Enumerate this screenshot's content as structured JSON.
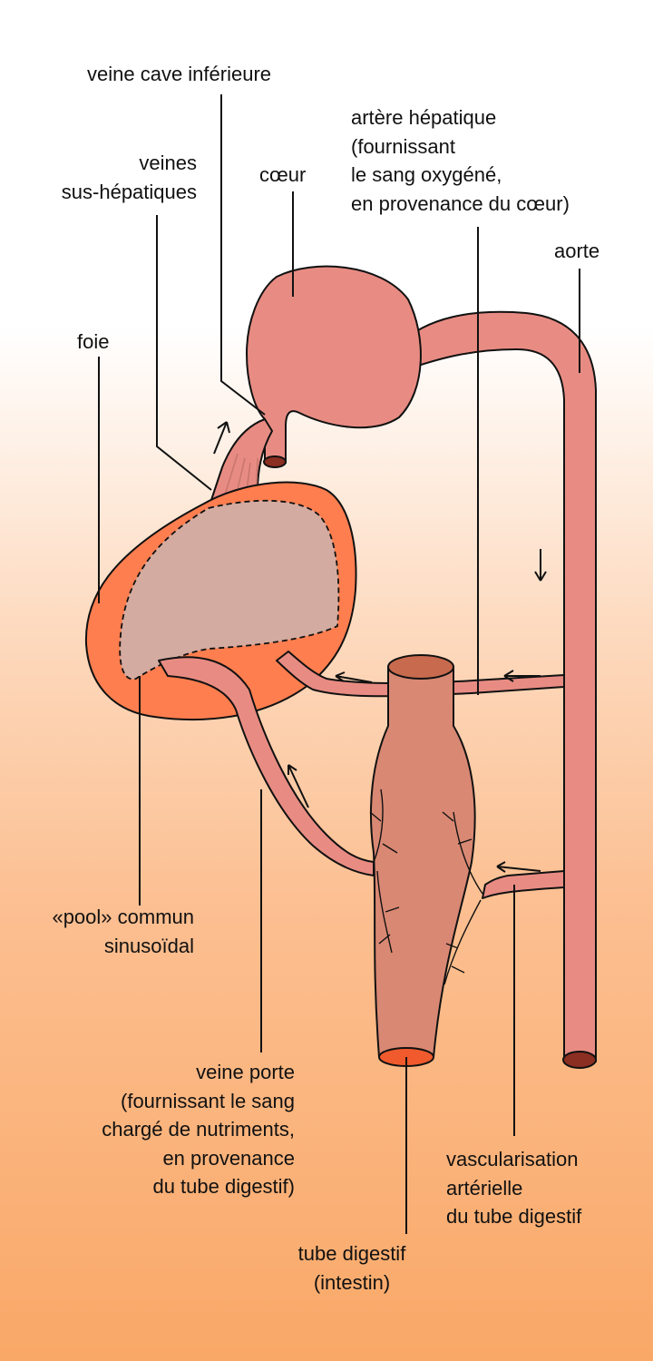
{
  "labels": {
    "veine_cave": "veine cave inférieure",
    "arterie_hepatique": "artère hépatique\n(fournissant\nle sang oxygéné,\nen provenance du cœur)",
    "veines_sus_hepatiques": "veines\nsus-hépatiques",
    "coeur": "cœur",
    "aorte": "aorte",
    "foie": "foie",
    "pool": "«pool» commun\nsinusoïdal",
    "veine_porte": "veine porte\n(fournissant le sang\nchargé de nutriments,\nen provenance\ndu tube digestif)",
    "vascularisation": "vascularisation\nartérielle\ndu tube digestif",
    "tube_digestif": "tube digestif\n(intestin)"
  },
  "colors": {
    "vessel": "#e88c83",
    "liver": "#ff7e4f",
    "sinusoidal_pool": "#d4aba0",
    "intestine": "#d98873",
    "vessel_lumen": "#8b2f22",
    "leader_line": "#111111"
  }
}
